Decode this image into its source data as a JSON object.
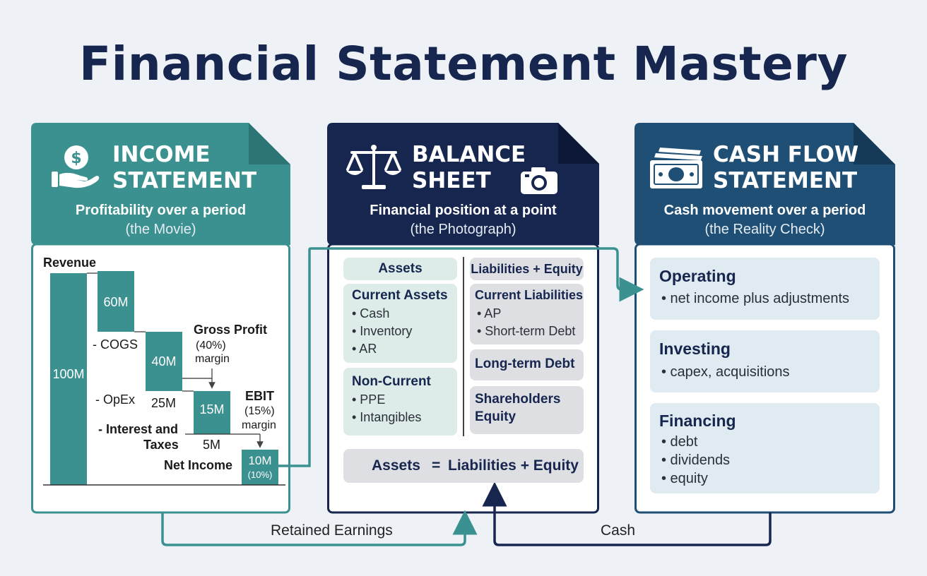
{
  "title": "Financial Statement Mastery",
  "income": {
    "title_line1": "INCOME",
    "title_line2": "STATEMENT",
    "subtitle": "Profitability over a period",
    "subtitle2": "(the Movie)",
    "revenue_label": "Revenue",
    "revenue_value": "100M",
    "cogs_value": "60M",
    "cogs_label": "- COGS",
    "gross_profit_label": "Gross Profit",
    "gross_profit_value": "40M",
    "gross_margin": "(40%)",
    "gross_margin_word": "margin",
    "opex_label": "- OpEx",
    "opex_value": "25M",
    "ebit_label": "EBIT",
    "ebit_value": "15M",
    "ebit_margin": "(15%)",
    "ebit_margin_word": "margin",
    "interest_label_1": "- Interest and",
    "interest_label_2": "Taxes",
    "interest_value": "5M",
    "net_income_label": "Net Income",
    "net_income_value": "10M",
    "net_margin": "(10%)",
    "colors": {
      "header": "#3a918f",
      "bar": "#3a918f"
    }
  },
  "balance": {
    "title_line1": "BALANCE",
    "title_line2": "SHEET",
    "subtitle": "Financial position at a point",
    "subtitle2": "(the Photograph)",
    "assets_header": "Assets",
    "le_header": "Liabilities + Equity",
    "current_assets": {
      "title": "Current Assets",
      "items": [
        "• Cash",
        "• Inventory",
        "• AR"
      ]
    },
    "non_current": {
      "title": "Non-Current",
      "items": [
        "• PPE",
        "• Intangibles"
      ]
    },
    "current_liabilities": {
      "title": "Current Liabilities",
      "items": [
        "• AP",
        "• Short-term Debt"
      ]
    },
    "long_term_debt": "Long-term Debt",
    "equity_line1": "Shareholders",
    "equity_line2": "Equity",
    "equation_left": "Assets",
    "equation_eq": "=",
    "equation_right": "Liabilities + Equity",
    "colors": {
      "header": "#16264f"
    }
  },
  "cashflow": {
    "title_line1": "CASH FLOW",
    "title_line2": "STATEMENT",
    "subtitle": "Cash movement over a period",
    "subtitle2": "(the Reality Check)",
    "operating": {
      "title": "Operating",
      "items": [
        "• net income plus adjustments"
      ]
    },
    "investing": {
      "title": "Investing",
      "items": [
        "• capex, acquisitions"
      ]
    },
    "financing": {
      "title": "Financing",
      "items": [
        "• debt",
        "• dividends",
        "• equity"
      ]
    },
    "colors": {
      "header": "#1f4f74"
    }
  },
  "links": {
    "retained_earnings": "Retained Earnings",
    "cash": "Cash",
    "color": "#3a918f"
  }
}
